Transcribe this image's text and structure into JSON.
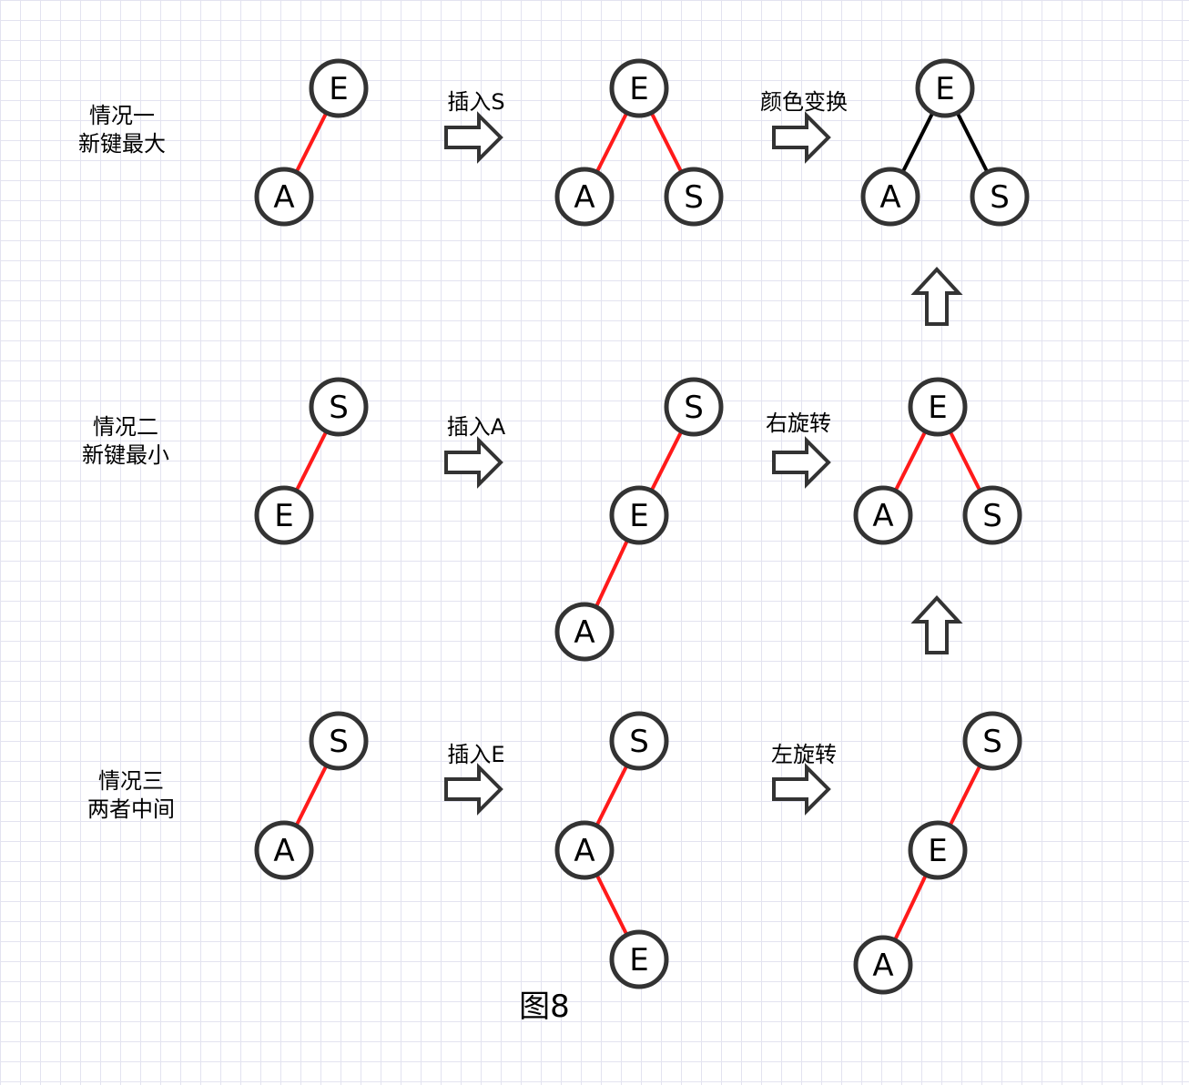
{
  "case_labels": {
    "case1": {
      "line1": "情况一",
      "line2": "新键最大"
    },
    "case2": {
      "line1": "情况二",
      "line2": "新键最小"
    },
    "case3": {
      "line1": "情况三",
      "line2": "两者中间"
    }
  },
  "step_labels": {
    "insert_s": "插入S",
    "color_flip": "颜色变换",
    "insert_a": "插入A",
    "rotate_right": "右旋转",
    "insert_e": "插入E",
    "rotate_left": "左旋转"
  },
  "node_keys": {
    "a": "A",
    "e": "E",
    "s": "S"
  },
  "caption": "图8",
  "colors": {
    "red_link": "#ff1a1a",
    "black_link": "#000000",
    "node_border": "#333333",
    "node_fill": "#ffffff",
    "arrow_border": "#333333",
    "text": "#000000"
  }
}
